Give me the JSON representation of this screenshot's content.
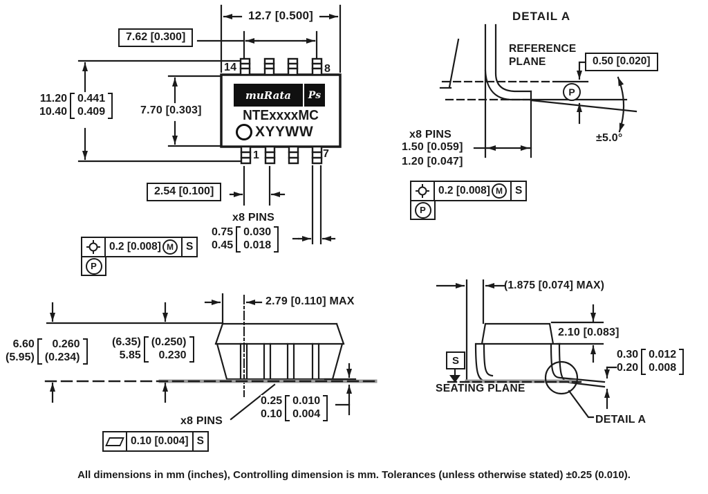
{
  "top_view": {
    "dim_body_width": "12.7 [0.500]",
    "dim_pin_span": "7.62 [0.300]",
    "dim_pitch": "2.54 [0.100]",
    "dim_body_height": "7.70 [0.303]",
    "overall_height": {
      "mm1": "11.20",
      "mm2": "10.40",
      "in1": "0.441",
      "in2": "0.409"
    },
    "pin_width": {
      "label": "x8 PINS",
      "mm1": "0.75",
      "mm2": "0.45",
      "in1": "0.030",
      "in2": "0.018"
    },
    "pin_labels": {
      "p14": "14",
      "p8": "8",
      "p1": "1",
      "p7": "7"
    },
    "marking": {
      "logo_script": "muRata",
      "logo_mark": "Ps",
      "part_number": "NTExxxxMC",
      "date_code": "XYYWW"
    },
    "fcf": {
      "tolerance": "0.2 [0.008]",
      "modifier": "M",
      "datum": "S",
      "datum_ref": "P"
    }
  },
  "detail_a": {
    "title": "DETAIL A",
    "ref_line1": "REFERENCE",
    "ref_line2": "PLANE",
    "dim_standoff": "0.50 [0.020]",
    "datum_p": "P",
    "angle": "±5.0°",
    "foot_length": {
      "label": "x8 PINS",
      "line1": "1.50 [0.059]",
      "line2": "1.20 [0.047]"
    },
    "fcf": {
      "tolerance": "0.2 [0.008]",
      "modifier": "M",
      "datum": "S",
      "datum_ref": "P"
    }
  },
  "side_view": {
    "dim_lead_center": "2.79 [0.110] MAX",
    "height_a": {
      "mm1": "6.60",
      "mm2": "(5.95)",
      "in1": "0.260",
      "in2": "(0.234)"
    },
    "height_b": {
      "mm1": "(6.35)",
      "mm2": "5.85",
      "in1": "(0.250)",
      "in2": "0.230"
    },
    "standoff": {
      "mm1": "0.25",
      "mm2": "0.10",
      "in1": "0.010",
      "in2": "0.004"
    },
    "pins_label": "x8 PINS",
    "fcf_flatness": {
      "tolerance": "0.10 [0.004]",
      "datum": "S"
    }
  },
  "end_view": {
    "dim_lead_offset": "(1.875 [0.074] MAX)",
    "dim_body_top": "2.10 [0.083]",
    "lead_thickness": {
      "mm1": "0.30",
      "mm2": "0.20",
      "in1": "0.012",
      "in2": "0.008"
    },
    "datum_s": "S",
    "seating_plane_label": "SEATING PLANE",
    "detail_ref": "DETAIL A"
  },
  "footnote": "All dimensions in mm (inches), Controlling dimension is mm. Tolerances (unless otherwise stated) ±0.25 (0.010)."
}
